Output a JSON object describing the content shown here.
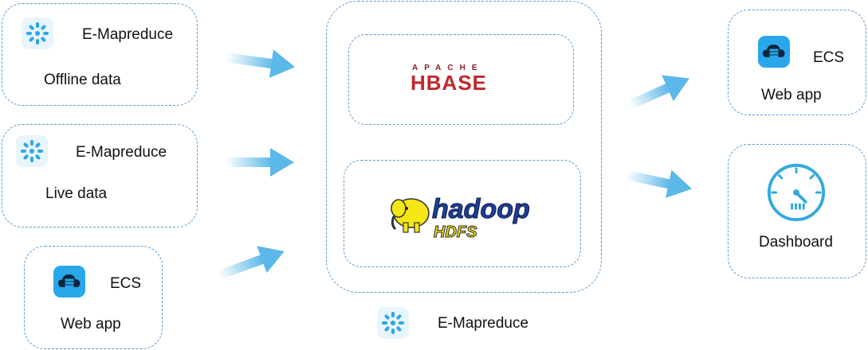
{
  "sources": {
    "offline": {
      "title": "E-Mapreduce",
      "label": "Offline data",
      "icon": "emr-icon"
    },
    "live": {
      "title": "E-Mapreduce",
      "label": "Live data",
      "icon": "emr-icon"
    },
    "ecs": {
      "title": "ECS",
      "label": "Web app",
      "icon": "ecs-cloud-icon"
    }
  },
  "cluster": {
    "label": "E-Mapreduce",
    "hbase": {
      "top": "APACHE",
      "main": "HBASE"
    },
    "hadoop": {
      "main": "hadoop",
      "sub": "HDFS"
    }
  },
  "targets": {
    "ecs": {
      "title": "ECS",
      "label": "Web app",
      "icon": "ecs-cloud-icon"
    },
    "dashboard": {
      "label": "Dashboard",
      "icon": "dashboard-gauge-icon"
    }
  },
  "colors": {
    "border": "#5b9bd5",
    "arrow": "#5bb8e8",
    "hbase_red": "#c0272d",
    "hadoop_yellow": "#f5e616",
    "icon_blue": "#2aa7ea"
  }
}
